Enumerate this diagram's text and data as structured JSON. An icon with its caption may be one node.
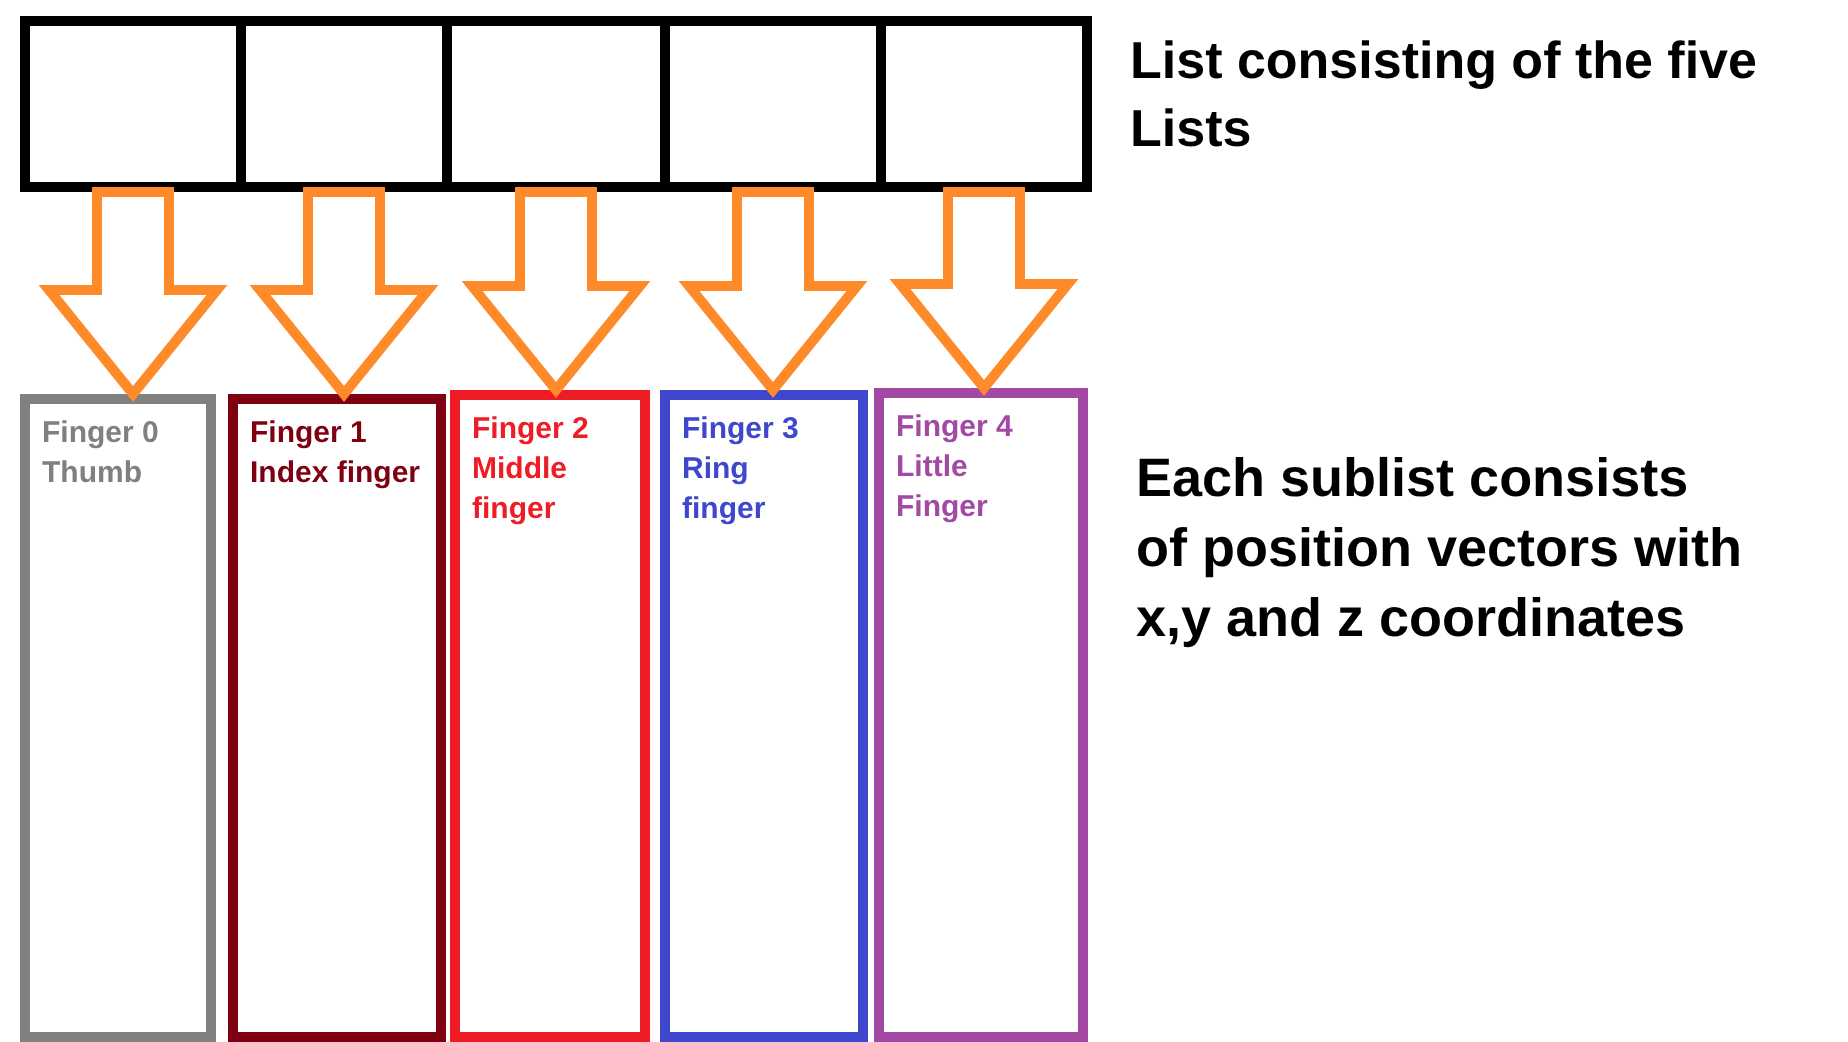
{
  "diagram": {
    "nodes": [
      {
        "text": [],
        "shape": "box"
      },
      {
        "text": [],
        "shape": "box"
      },
      {
        "text": [],
        "shape": "box"
      },
      {
        "text": [],
        "shape": "box"
      },
      {
        "text": [],
        "shape": "box"
      },
      {
        "text": [
          "Finger 0",
          "Thumb"
        ]
      },
      {
        "text": [
          "Finger 1",
          "Index finger"
        ]
      },
      {
        "text": [
          "Finger 2",
          "Middle finger"
        ]
      },
      {
        "text": [
          "Finger 3",
          "Ring finger"
        ]
      },
      {
        "text": [
          "Finger 4",
          "Little Finger"
        ]
      }
    ],
    "edges": [
      {
        "from": 0,
        "to": 5,
        "arrow": "to"
      },
      {
        "from": 1,
        "to": 6,
        "arrow": "to"
      },
      {
        "from": 2,
        "to": 7,
        "arrow": "to"
      },
      {
        "from": 3,
        "to": 8,
        "arrow": "to"
      },
      {
        "from": 4,
        "to": 9,
        "arrow": "to"
      }
    ],
    "labels": [
      "List consisting of the five Lists",
      "Each sublist consists of position vectors with x,y and z coordinates"
    ]
  }
}
